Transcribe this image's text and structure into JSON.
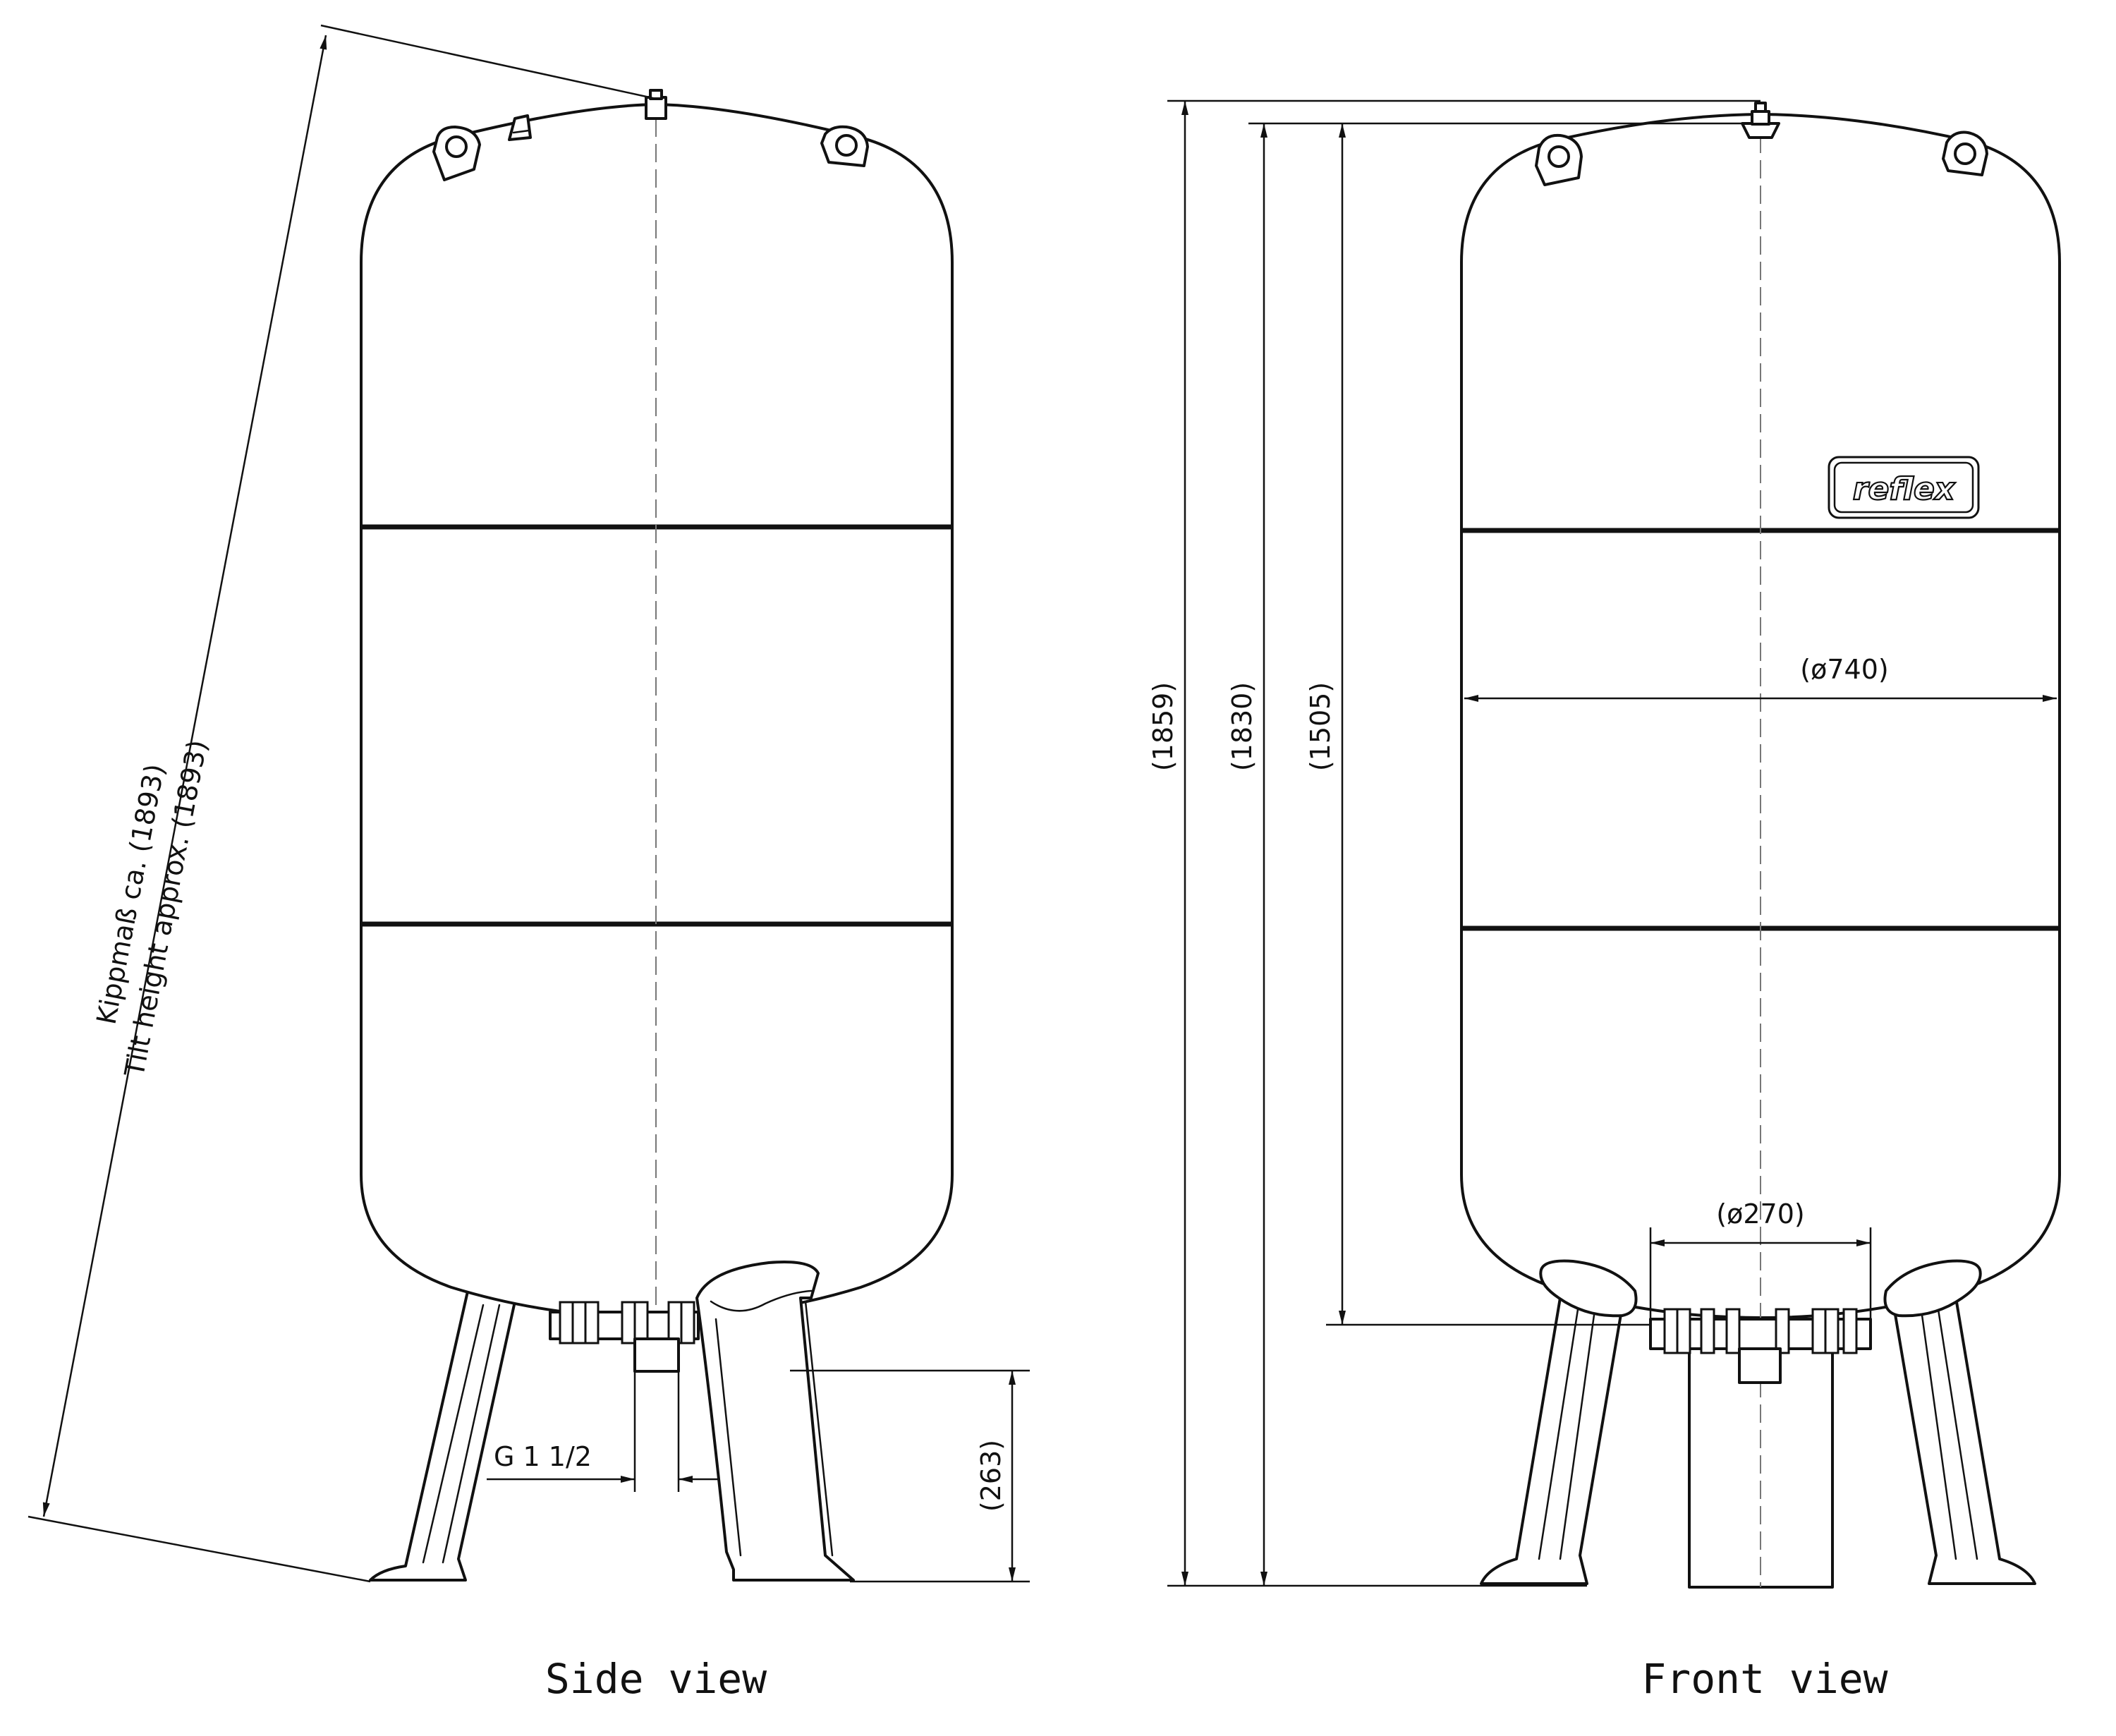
{
  "labels": {
    "tilt_de": "Kippmaß ca. (1893)",
    "tilt_en": "Tilt height approx. (1893)",
    "dim_1859": "(1859)",
    "dim_1830": "(1830)",
    "dim_1505": "(1505)",
    "dim_740": "(ø740)",
    "dim_270": "(ø270)",
    "dim_263": "(263)",
    "thread": "G 1 1/2",
    "brand": "reflex"
  },
  "captions": {
    "side": "Side view",
    "front": "Front view"
  }
}
